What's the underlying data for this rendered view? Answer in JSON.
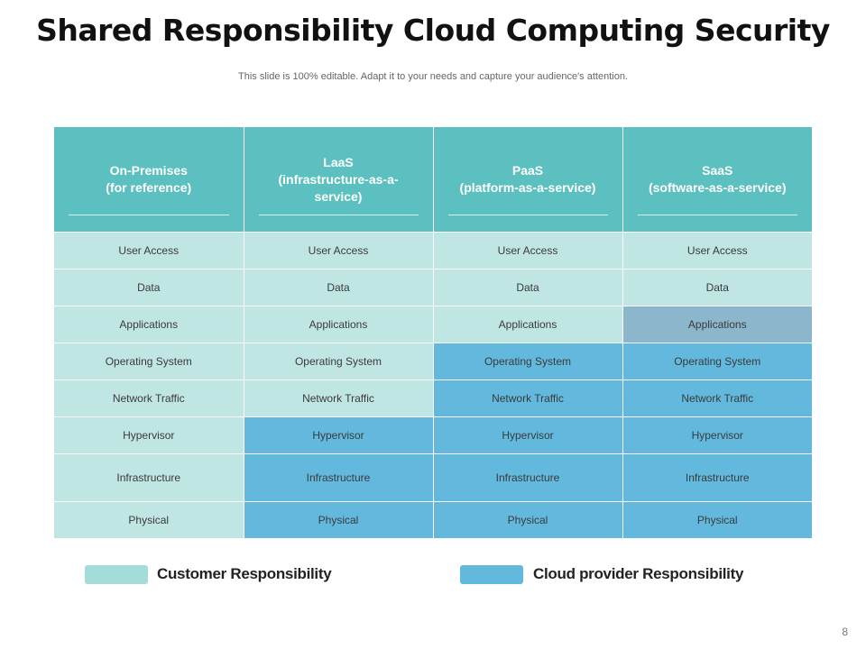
{
  "slide": {
    "title": "Shared Responsibility Cloud Computing Security",
    "subtitle": "This slide is 100% editable. Adapt it to your needs and capture your audience's attention.",
    "page_number": "8"
  },
  "colors": {
    "header": "#5bc0bf",
    "customer": "#c0e6e4",
    "provider": "#63b9dd",
    "applications_saas": "#8cb6cc"
  },
  "table": {
    "headers": [
      {
        "line1": "On-Premises",
        "line2": "(for reference)"
      },
      {
        "line1": "LaaS",
        "line2": "(infrastructure-as-a-service)"
      },
      {
        "line1": "PaaS",
        "line2": "(platform-as-a-service)"
      },
      {
        "line1": "SaaS",
        "line2": "(software-as-a-service)"
      }
    ],
    "rows": [
      [
        "User Access",
        "User Access",
        "User Access",
        "User Access"
      ],
      [
        "Data",
        "Data",
        "Data",
        "Data"
      ],
      [
        "Applications",
        "Applications",
        "Applications",
        "Applications"
      ],
      [
        "Operating System",
        "Operating System",
        "Operating System",
        "Operating System"
      ],
      [
        "Network Traffic",
        "Network Traffic",
        "Network Traffic",
        "Network Traffic"
      ],
      [
        "Hypervisor",
        "Hypervisor",
        "Hypervisor",
        "Hypervisor"
      ],
      [
        "Infrastructure",
        "Infrastructure",
        "Infrastructure",
        "Infrastructure"
      ],
      [
        "Physical",
        "Physical",
        "Physical",
        "Physical"
      ]
    ]
  },
  "legend": {
    "customer_label": "Customer Responsibility",
    "provider_label": "Cloud provider Responsibility"
  }
}
